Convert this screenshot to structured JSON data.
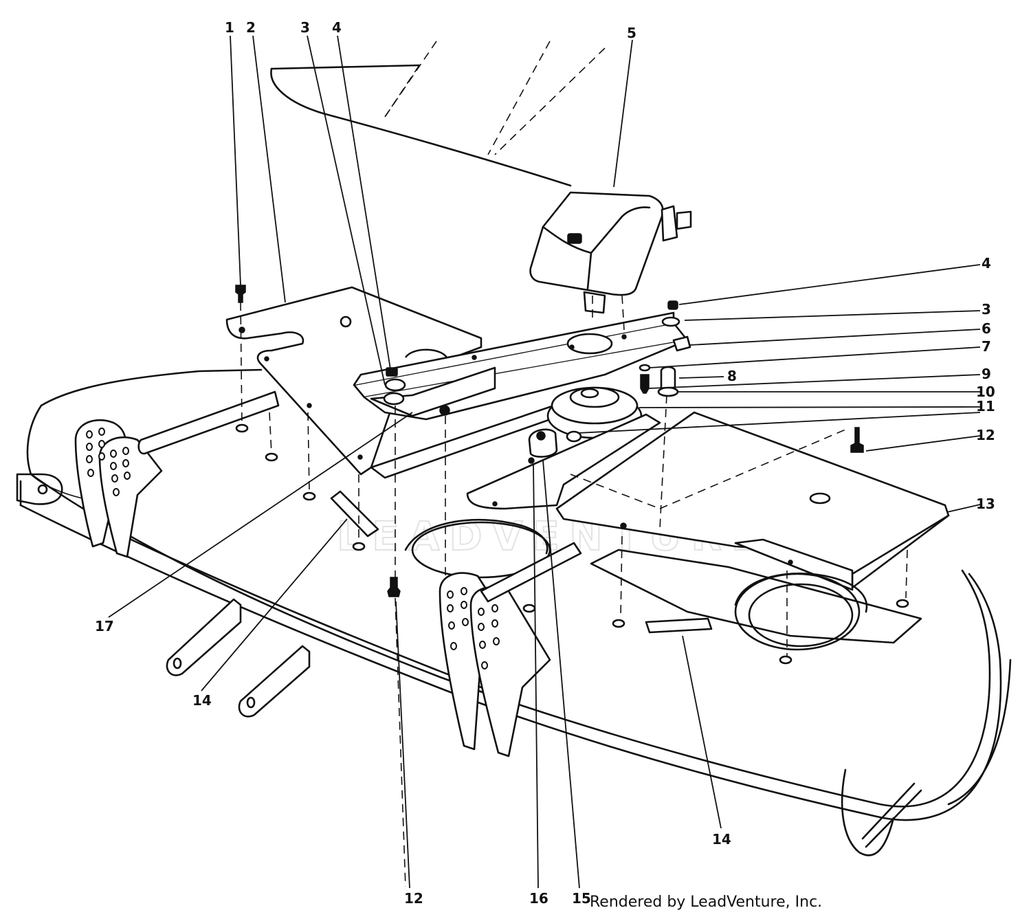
{
  "watermark": "LEADVENTURE",
  "credit": "Rendered by LeadVenture, Inc.",
  "callouts": {
    "c1": "1",
    "c2": "2",
    "c3a": "3",
    "c4a": "4",
    "c5": "5",
    "c4b": "4",
    "c3b": "3",
    "c6": "6",
    "c7": "7",
    "c8": "8",
    "c9": "9",
    "c10": "10",
    "c11": "11",
    "c12a": "12",
    "c13": "13",
    "c17": "17",
    "c14a": "14",
    "c12b": "12",
    "c16": "16",
    "c15": "15",
    "c14b": "14"
  }
}
